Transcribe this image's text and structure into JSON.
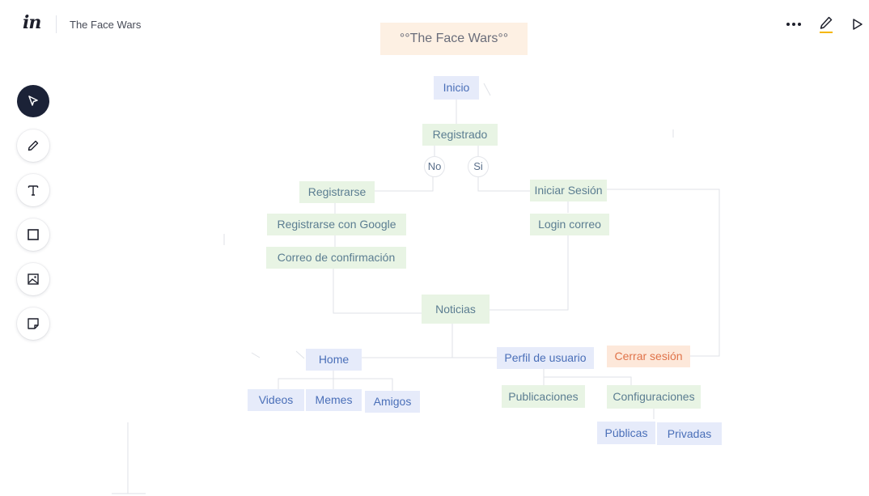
{
  "header": {
    "logo": "in",
    "document_title": "The Face Wars"
  },
  "toolbar": {
    "more_icon": "more-horizontal-icon",
    "edit_icon": "pencil-icon",
    "play_icon": "play-icon",
    "tools": [
      "select-icon",
      "pen-icon",
      "text-icon",
      "rectangle-icon",
      "image-icon",
      "sticky-note-icon"
    ]
  },
  "colors": {
    "accent_edit_underline": "#f5b700",
    "active_tool_bg": "#1b2237",
    "node_blue": "#e6ebfa",
    "node_green": "#e8f4e4",
    "node_orange": "#fde8da",
    "title_bg": "#fdf0e3"
  },
  "canvas": {
    "title": "°°The Face Wars°°",
    "nodes": {
      "inicio": "Inicio",
      "registrado": "Registrado",
      "no": "No",
      "si": "Si",
      "registrarse": "Registrarse",
      "registrarse_google": "Registrarse con Google",
      "correo_confirmacion": "Correo de confirmación",
      "iniciar_sesion": "Iniciar Sesión",
      "login_correo": "Login correo",
      "noticias": "Noticias",
      "home": "Home",
      "perfil_usuario": "Perfil de usuario",
      "cerrar_sesion": "Cerrar sesión",
      "videos": "Videos",
      "memes": "Memes",
      "amigos": "Amigos",
      "publicaciones": "Publicaciones",
      "configuraciones": "Configuraciones",
      "publicas": "Públicas",
      "privadas": "Privadas"
    }
  }
}
